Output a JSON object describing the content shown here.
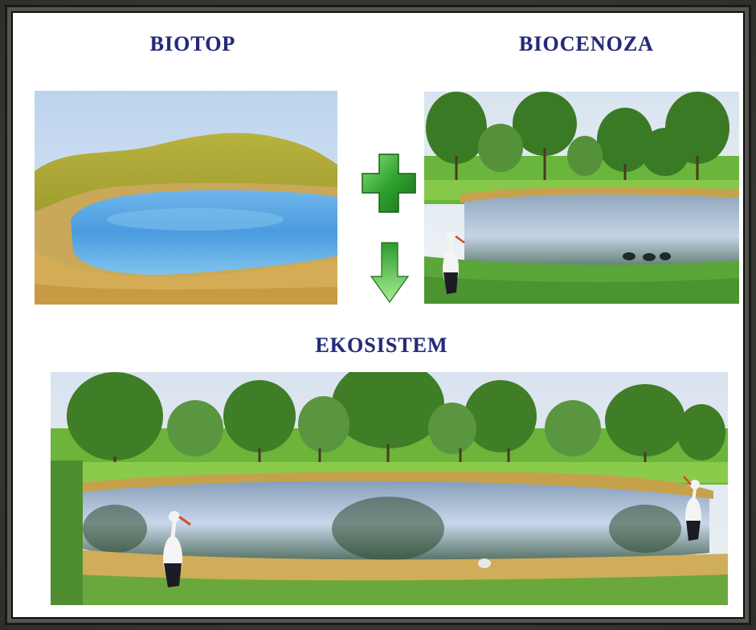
{
  "labels": {
    "biotop": "BIOTOP",
    "biocenoza": "BIOCENOZA",
    "ekosistem": "EKOSISTEM"
  },
  "symbols": {
    "plus_icon": "plus-icon",
    "arrow_icon": "arrow-down-icon"
  },
  "colors": {
    "title_text": "#232a7a",
    "symbol_green": "#2f9e2f"
  }
}
